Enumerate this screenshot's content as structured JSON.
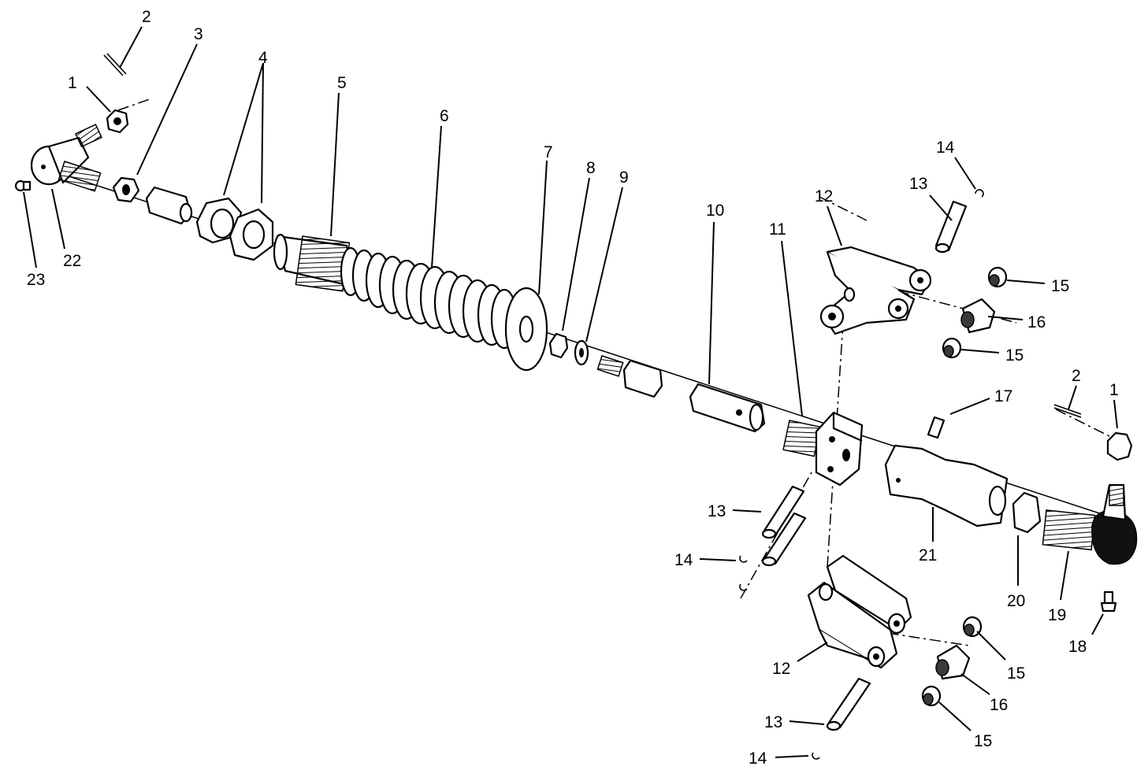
{
  "callouts": {
    "c1a": "1",
    "c2a": "2",
    "c3": "3",
    "c4": "4",
    "c5": "5",
    "c6": "6",
    "c7": "7",
    "c8": "8",
    "c9": "9",
    "c10": "10",
    "c11": "11",
    "c12a": "12",
    "c13a": "13",
    "c14a": "14",
    "c15a": "15",
    "c16a": "16",
    "c15b": "15",
    "c2b": "2",
    "c1b": "1",
    "c17": "17",
    "c13b": "13",
    "c14b": "14",
    "c21": "21",
    "c20": "20",
    "c19": "19",
    "c18": "18",
    "c12b": "12",
    "c15c": "15",
    "c16b": "16",
    "c15d": "15",
    "c13c": "13",
    "c14c": "14",
    "c22": "22",
    "c23": "23"
  }
}
